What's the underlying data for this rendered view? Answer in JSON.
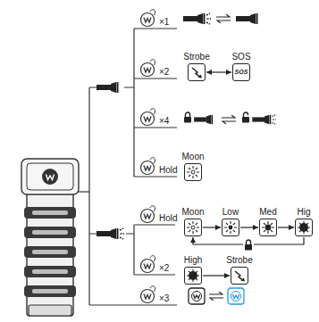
{
  "diagram": {
    "nodes": [
      {
        "text": [
          "×1"
        ]
      },
      {
        "text": [
          "×2"
        ]
      },
      {
        "text": [
          "Strobe"
        ]
      },
      {
        "text": [
          "SOS",
          "SOS"
        ]
      },
      {
        "text": [
          "×4"
        ]
      },
      {
        "text": [
          "Hold"
        ]
      },
      {
        "text": [
          "Moon"
        ]
      },
      {
        "text": [
          "Hold"
        ]
      },
      {
        "text": [
          "Moon"
        ]
      },
      {
        "text": [
          "Low"
        ]
      },
      {
        "text": [
          "Med"
        ]
      },
      {
        "text": [
          "Hig"
        ]
      },
      {
        "text": [
          "×2"
        ]
      },
      {
        "text": [
          "High"
        ]
      },
      {
        "text": [
          "Strobe"
        ]
      },
      {
        "text": [
          "×3"
        ]
      }
    ],
    "edges": [
      {
        "from": 2,
        "to": 3,
        "arrow": "both"
      },
      {
        "from": 8,
        "to": 9,
        "arrow": "to"
      },
      {
        "from": 9,
        "to": 10,
        "arrow": "to"
      },
      {
        "from": 10,
        "to": 11,
        "arrow": "to"
      },
      {
        "from": 11,
        "to": 8,
        "arrow": "to"
      },
      {
        "from": 13,
        "to": 14,
        "arrow": "to"
      }
    ]
  }
}
